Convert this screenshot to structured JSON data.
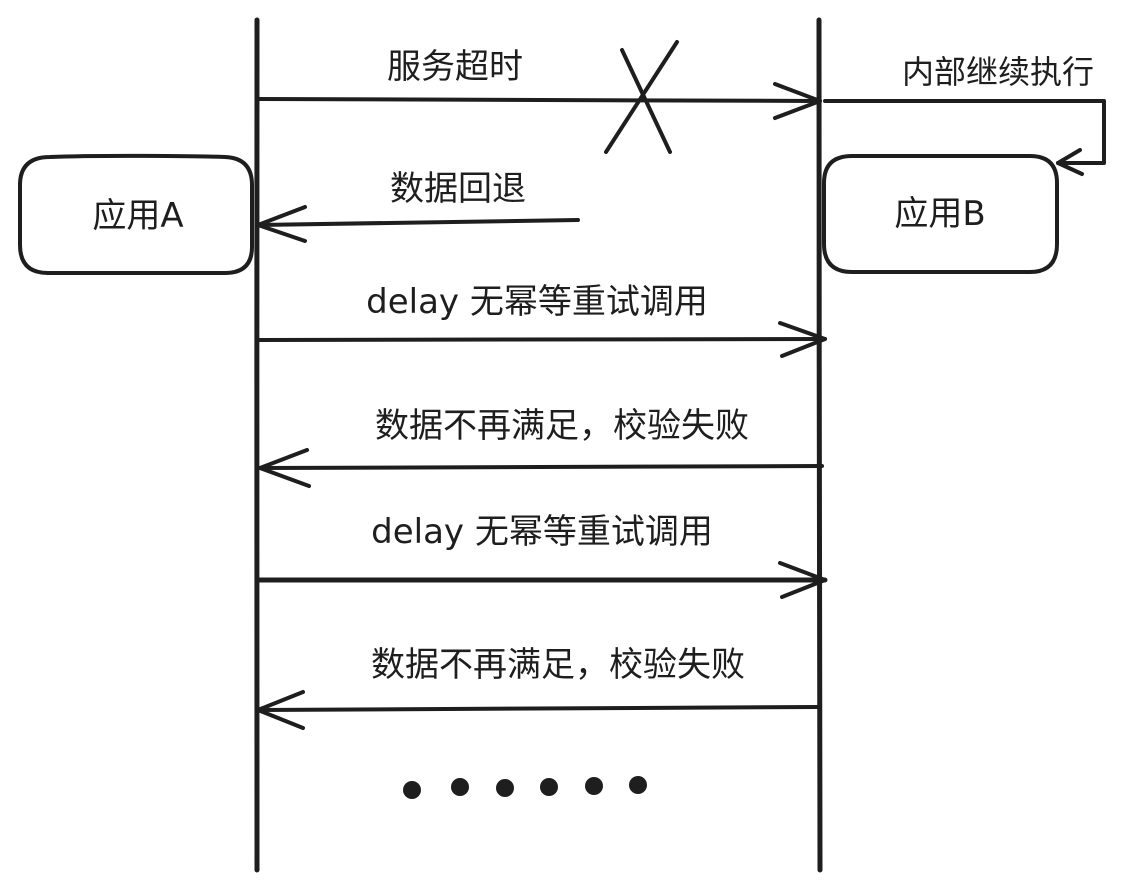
{
  "participants": {
    "app_a": "应用A",
    "app_b": "应用B"
  },
  "messages": {
    "service_timeout": "服务超时",
    "internal_continue": "内部继续执行",
    "data_rollback": "数据回退",
    "retry_1": "delay 无幂等重试调用",
    "check_fail_1": "数据不再满足，校验失败",
    "retry_2": "delay 无幂等重试调用",
    "check_fail_2": "数据不再满足，校验失败"
  },
  "continuation_dots": 6
}
